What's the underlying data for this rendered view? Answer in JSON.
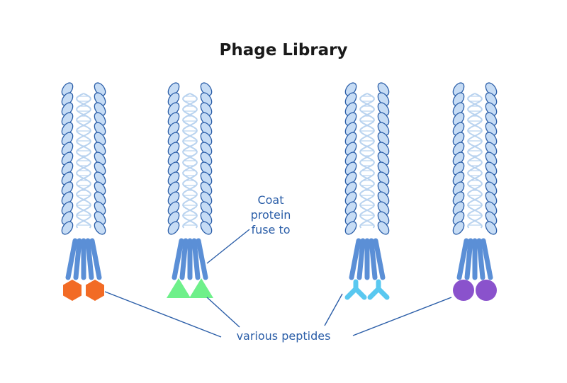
{
  "title": "Phage Library",
  "annotations": {
    "coat_protein": [
      "Coat",
      "protein",
      "fuse to"
    ],
    "various_peptides": "various peptides"
  },
  "phages": [
    {
      "peptide_shape": "hexagon",
      "peptide_color": "#f26b25"
    },
    {
      "peptide_shape": "triangle",
      "peptide_color": "#6ef08a"
    },
    {
      "peptide_shape": "y-branch",
      "peptide_color": "#59c8f0"
    },
    {
      "peptide_shape": "circle",
      "peptide_color": "#8a52cc"
    }
  ],
  "colors": {
    "coat_fill": "#c6dcf5",
    "coat_stroke": "#2b5ea8",
    "dna": "#b9d3ef",
    "tail": "#5b8fd6",
    "annotation": "#2b5ea8"
  }
}
